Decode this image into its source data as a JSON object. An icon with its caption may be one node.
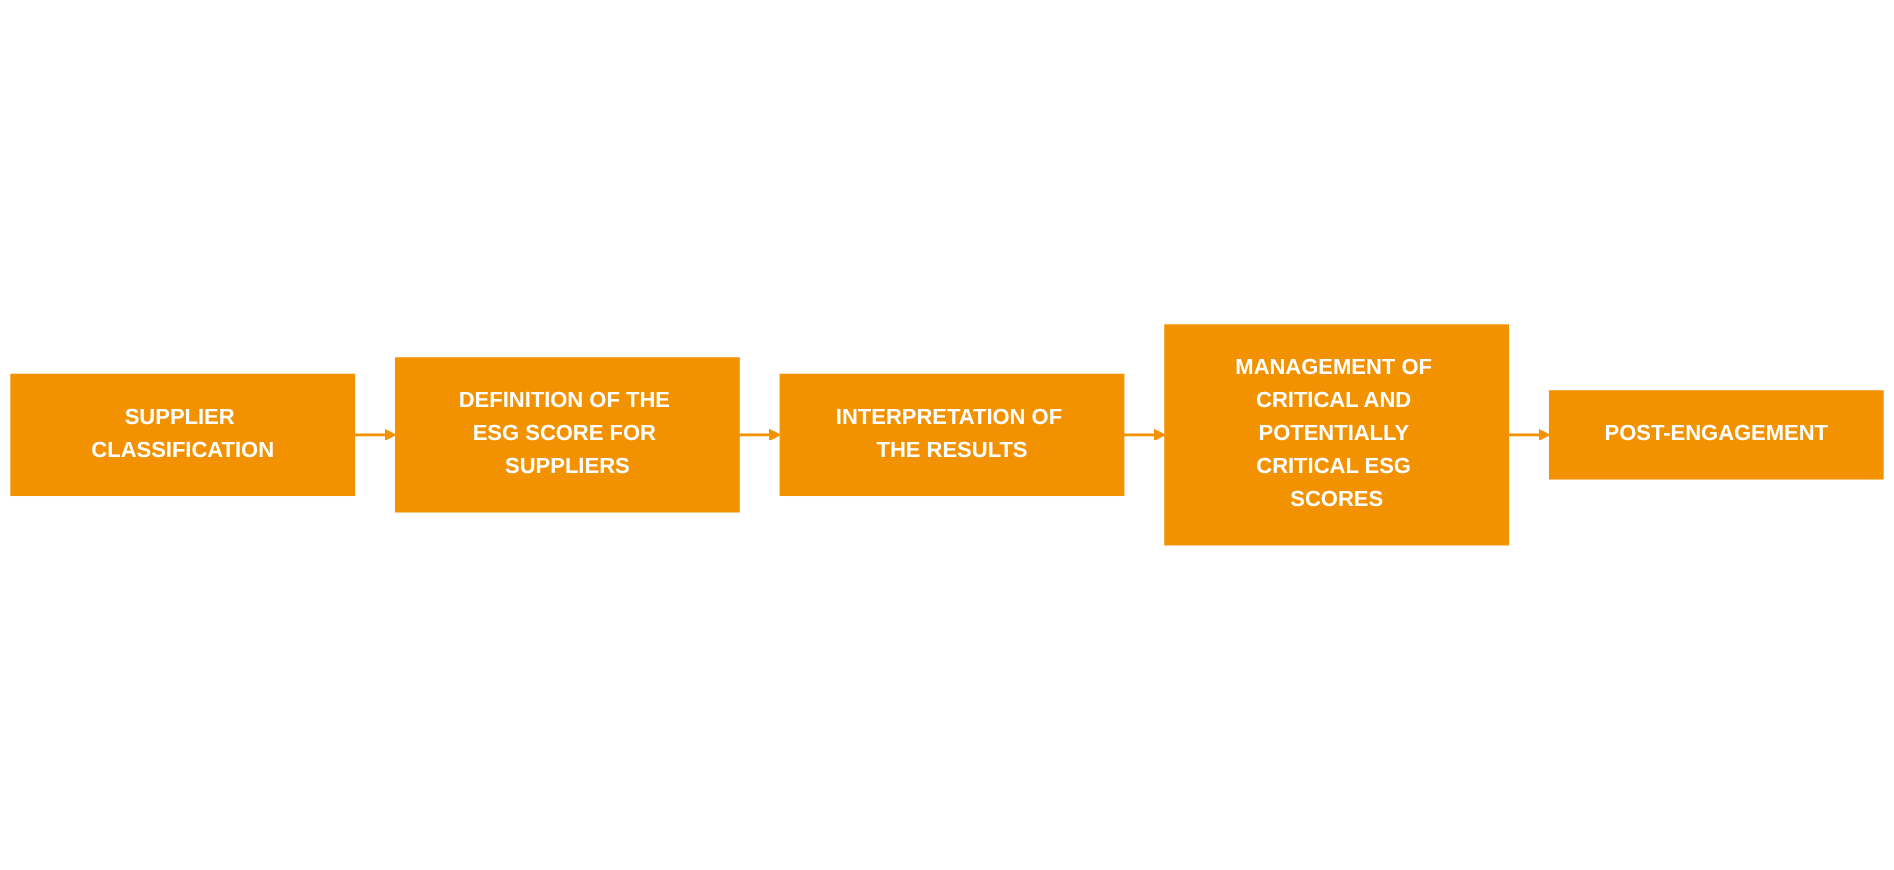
{
  "diagram": {
    "nodes": [
      {
        "text": [
          "SUPPLIER CLASSIFICATION"
        ]
      },
      {
        "text": [
          "DEFINITION OF THE ESG SCORE FOR SUPPLIERS"
        ]
      },
      {
        "text": [
          "INTERPRETATION OF THE RESULTS"
        ]
      },
      {
        "text": [
          "MANAGEMENT OF CRITICAL AND POTENTIALLY CRITICAL ESG SCORES"
        ]
      },
      {
        "text": [
          "POST-ENGAGEMENT"
        ]
      }
    ],
    "edges": [
      {
        "from": 0,
        "to": 1,
        "arrow": "to"
      },
      {
        "from": 1,
        "to": 2,
        "arrow": "to"
      },
      {
        "from": 2,
        "to": 3,
        "arrow": "to"
      },
      {
        "from": 3,
        "to": 4,
        "arrow": "to"
      }
    ]
  }
}
